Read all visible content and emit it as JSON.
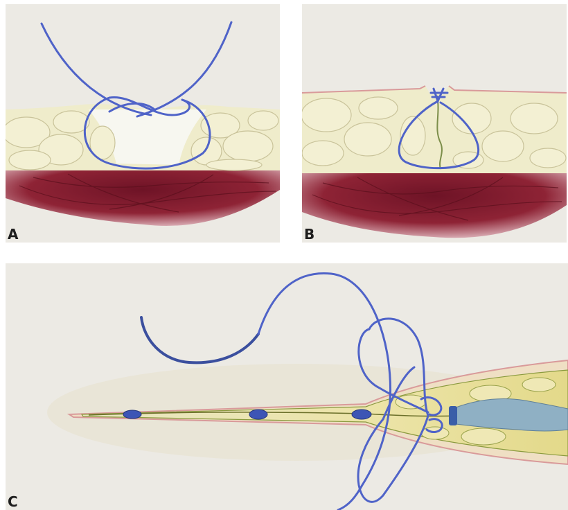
{
  "figure": {
    "panels": [
      {
        "label": "A"
      },
      {
        "label": "B"
      },
      {
        "label": "C"
      }
    ]
  },
  "colors": {
    "suture": "#4f63c8",
    "fat": "#efeccb",
    "fat_outline": "#c9c39a",
    "muscle": "#8e2335",
    "muscle_light": "#c98695",
    "skin_edge": "#d99a9a",
    "tissue_teal": "#8fb0c4",
    "background": "#eceae4"
  }
}
